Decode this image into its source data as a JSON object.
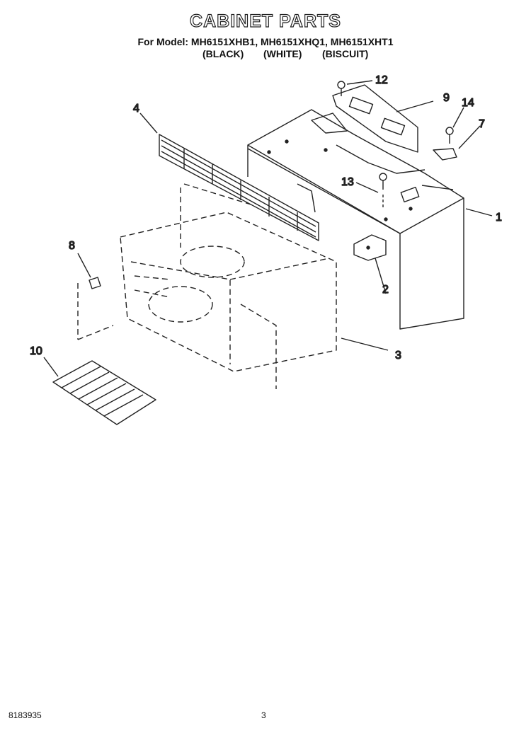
{
  "title": "CABINET PARTS",
  "model_line": "For Model: MH6151XHB1, MH6151XHQ1, MH6151XHT1",
  "colors": [
    "(BLACK)",
    "(WHITE)",
    "(BISCUIT)"
  ],
  "callouts": [
    "1",
    "2",
    "3",
    "4",
    "7",
    "8",
    "9",
    "10",
    "12",
    "13",
    "14"
  ],
  "footer_left": "8183935",
  "footer_center": "3"
}
